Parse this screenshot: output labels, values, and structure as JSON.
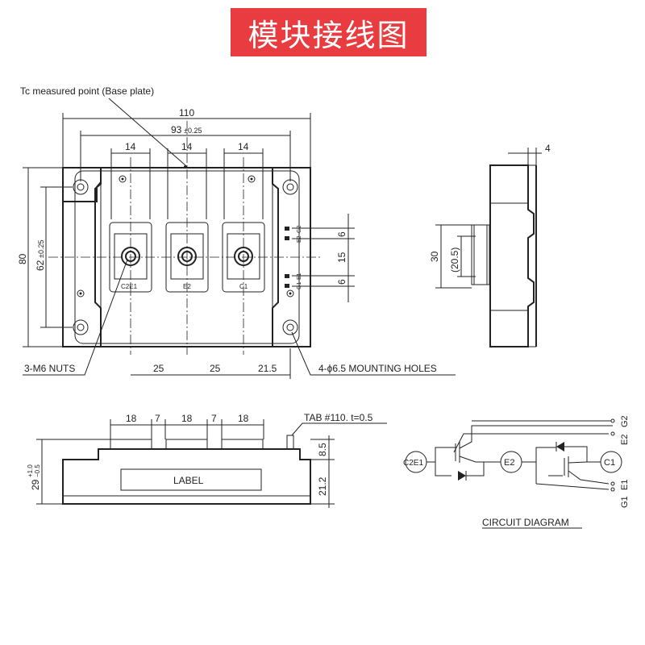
{
  "title": "模块接线图",
  "top_view": {
    "tc_label": "Tc measured point  (Base plate)",
    "dim_width": "110",
    "dim_hole_spacing": "93",
    "dim_hole_tol": "±0.25",
    "dim_term": "14",
    "dim_height": "80",
    "dim_vhole": "62",
    "dim_vhole_tol": "±0.25",
    "term_labels": [
      "C2E1",
      "E2",
      "C1"
    ],
    "gate_labels": [
      "G2",
      "E2",
      "E1",
      "G1"
    ],
    "dim_gate_a": "6",
    "dim_gate_b": "15",
    "dim_gate_c": "6",
    "dim_bottom": [
      "25",
      "25",
      "21.5"
    ],
    "nuts_label": "3-M6 NUTS",
    "holes_label": "4-ϕ6.5 MOUNTING HOLES"
  },
  "side_view": {
    "dim_4": "4",
    "dim_30": "30",
    "dim_205": "(20.5)"
  },
  "front_view": {
    "dims_top": [
      "18",
      "7",
      "18",
      "7",
      "18"
    ],
    "tab_label": "TAB #110. t=0.5",
    "label_text": "LABEL",
    "dim_85": "8.5",
    "dim_212": "21.2",
    "dim_29": "29",
    "dim_29_tol_plus": "+1.0",
    "dim_29_tol_minus": "−0.5"
  },
  "circuit": {
    "nodes": [
      "C2E1",
      "E2",
      "C1"
    ],
    "pins": [
      "E2",
      "G2",
      "G1",
      "E1"
    ],
    "caption": "CIRCUIT DIAGRAM"
  }
}
